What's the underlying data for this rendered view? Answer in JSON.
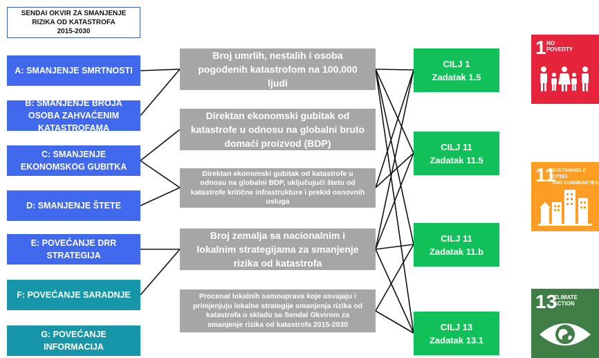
{
  "title_box": {
    "line1": "SENDAI OKVIR ZA SMANJENJE",
    "line2": "RIZIKA OD KATASTROFA",
    "line3": "2015-2030"
  },
  "targets": [
    {
      "label": "A: SMANJENJE SMRTNOSTI"
    },
    {
      "label": "B: SMANJENJE BROJA OSOBA ZAHVAĆENIM KATASTROFAMA"
    },
    {
      "label": "C: SMANJENJE EKONOMSKOG GUBITKA"
    },
    {
      "label": "D: SMANJENJE ŠTETE"
    },
    {
      "label": "E: POVEĆANJE DRR STRATEGIJA"
    },
    {
      "label": "F: POVEĆANJE SARADNJE"
    },
    {
      "label": "G: POVEĆANJE INFORMACIJA"
    }
  ],
  "indicators": [
    {
      "text": "Broj umrlih, nestalih i osoba pogođenih katastrofom na 100.000 ljudi"
    },
    {
      "text": "Direktan ekonomski gubitak od katastrofe u odnosu na globalni bruto domaći proizvod (BDP)"
    },
    {
      "text": "Direktan ekonomski gubitak od katastrofe u odnosu na globalni BDP, uključujući štetu od katastrofe kritične infrastrukture i prekid osnovnih usluga"
    },
    {
      "text": "Broj zemalja sa nacionalnim i lokalnim strategijama za smanjenje rizika od katastrofa"
    },
    {
      "text": "Procenat lokalnih samouprava koje usvajaju i primjenjuju lokalne strategije smanjenja rizika od katastrofa u skladu sa Sendai Okvirom za smanjenje rizika od katastrofa 2015-2030"
    }
  ],
  "goals": [
    {
      "line1": "CILJ 1",
      "line2": "Zadatak 1.5"
    },
    {
      "line1": "CILJ 11",
      "line2": "Zadatak 11.5"
    },
    {
      "line1": "CILJ 11",
      "line2": "Zadatak 11.b"
    },
    {
      "line1": "CILJ 13",
      "line2": "Zadatak 13.1"
    }
  ],
  "sdgs": [
    {
      "number": "1",
      "label": "NO\nPOVERTY",
      "color": "#e5243b",
      "icon": "family-icon"
    },
    {
      "number": "11",
      "label": "SUSTAINABLE CITIES\nAND COMMUNITIES",
      "color": "#fd9d24",
      "icon": "city-icon"
    },
    {
      "number": "13",
      "label": "CLIMATE\nACTION",
      "color": "#3f7e44",
      "icon": "eye-globe-icon"
    }
  ],
  "links": {
    "target_to_indicator": [
      [
        0,
        0
      ],
      [
        1,
        0
      ],
      [
        2,
        1
      ],
      [
        2,
        2
      ],
      [
        3,
        2
      ],
      [
        4,
        3
      ],
      [
        5,
        3
      ]
    ],
    "indicator_to_goal": [
      [
        0,
        0
      ],
      [
        0,
        1
      ],
      [
        0,
        2
      ],
      [
        0,
        3
      ],
      [
        2,
        0
      ],
      [
        2,
        1
      ],
      [
        3,
        0
      ],
      [
        3,
        1
      ],
      [
        3,
        2
      ],
      [
        3,
        3
      ],
      [
        4,
        2
      ],
      [
        4,
        3
      ]
    ]
  }
}
